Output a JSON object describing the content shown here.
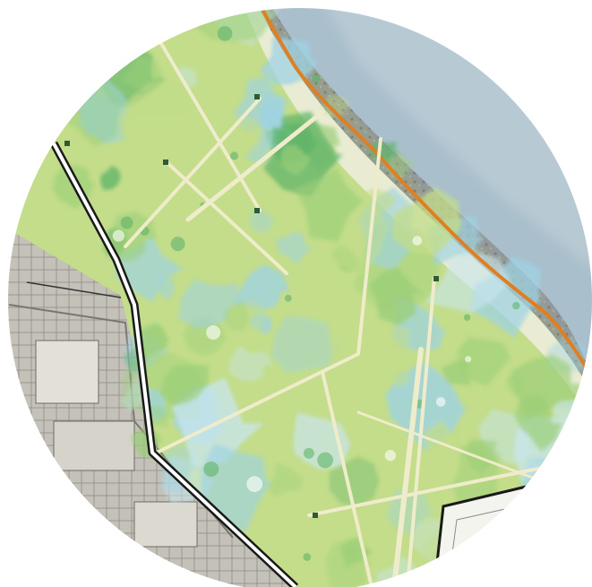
{
  "map": {
    "shape": "circle",
    "colors": {
      "background": "#ffffff",
      "water": "#a9bfcc",
      "water_deep": "#8fa8b8",
      "shore_rock": "#8c8f8c",
      "beach": "#e9ecd2",
      "green_light": "#c3dd8a",
      "green_mid": "#9bcf78",
      "green_dark": "#5fb46a",
      "blue_wash": "#9fd3e4",
      "blue_light": "#c9e6ee",
      "trail": "#eeeccb",
      "route": "#e07f22",
      "boundary": "#1a1a1a",
      "urban": "#b9b6ae",
      "marker": "#2f5a37"
    },
    "layers": [
      "water",
      "shoreline",
      "route",
      "vegetation-wash",
      "trails",
      "boundary",
      "urban-area",
      "markers"
    ],
    "marker_count": 6
  }
}
